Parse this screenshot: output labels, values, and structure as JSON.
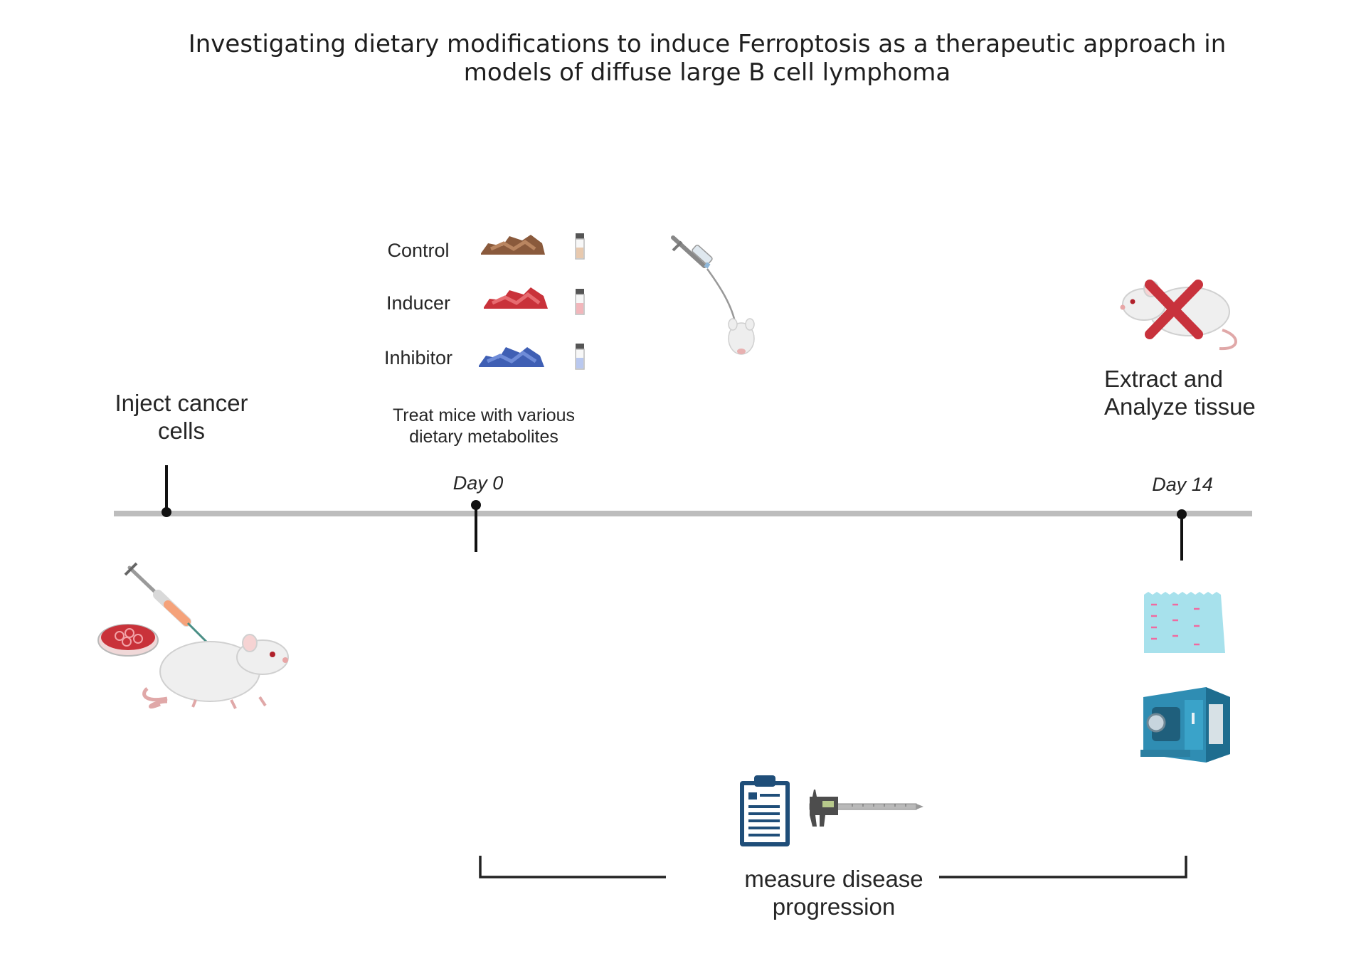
{
  "title": {
    "line1": "Investigating dietary modifications to induce Ferroptosis as a therapeutic approach in",
    "line2": "models of diffuse large B cell lymphoma"
  },
  "steps": {
    "inject": {
      "line1": "Inject cancer",
      "line2": "cells"
    },
    "treat": {
      "line1": "Treat mice with various",
      "line2": "dietary metabolites"
    },
    "extract": {
      "line1": "Extract and",
      "line2": "Analyze tissue"
    },
    "measure": {
      "line1": "measure disease",
      "line2": "progression"
    }
  },
  "diets": [
    {
      "label": "Control",
      "color": "#8a5a3c",
      "vial": "#e8c9ae"
    },
    {
      "label": "Inducer",
      "color": "#c9323a",
      "vial": "#f2b6bb"
    },
    {
      "label": "Inhibitor",
      "color": "#3f5fb4",
      "vial": "#b9c8ef"
    }
  ],
  "timeline": {
    "day0": "Day 0",
    "day14": "Day 14"
  },
  "colors": {
    "axis": "#bdbdbd",
    "tick": "#111111",
    "mouse": "#eeeeee",
    "cross": "#c8323c",
    "gel": "#a7e1ec",
    "machine": "#2f8db3",
    "clipboard": "#1f4e79"
  }
}
